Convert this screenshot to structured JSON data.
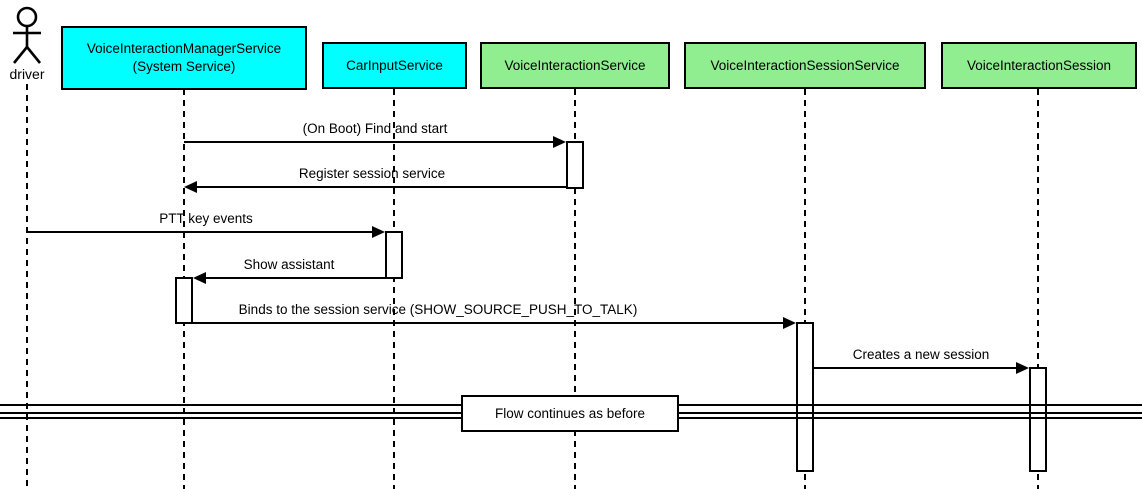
{
  "colors": {
    "canvas_bg": "#ffffff",
    "participant_cyan": "#00ffff",
    "participant_green": "#90ee90",
    "line": "#000000",
    "activation_fill": "#ffffff"
  },
  "actor": {
    "label": "driver"
  },
  "participants": [
    {
      "label": "VoiceInteractionManagerService\n(System Service)",
      "fill": "cyan"
    },
    {
      "label": "CarInputService",
      "fill": "cyan"
    },
    {
      "label": "VoiceInteractionService",
      "fill": "green"
    },
    {
      "label": "VoiceInteractionSessionService",
      "fill": "green"
    },
    {
      "label": "VoiceInteractionSession",
      "fill": "green"
    }
  ],
  "messages": [
    {
      "label": "(On Boot) Find and start",
      "from": "VoiceInteractionManagerService (System Service)",
      "to": "VoiceInteractionService",
      "direction": "right"
    },
    {
      "label": "Register session service",
      "from": "VoiceInteractionService",
      "to": "VoiceInteractionManagerService (System Service)",
      "direction": "left"
    },
    {
      "label": "PTT key events",
      "from": "driver",
      "to": "CarInputService",
      "direction": "right"
    },
    {
      "label": "Show assistant",
      "from": "CarInputService",
      "to": "VoiceInteractionManagerService (System Service)",
      "direction": "left"
    },
    {
      "label": "Binds to the session service (SHOW_SOURCE_PUSH_TO_TALK)",
      "from": "VoiceInteractionManagerService (System Service)",
      "to": "VoiceInteractionSessionService",
      "direction": "right"
    },
    {
      "label": "Creates a new session",
      "from": "VoiceInteractionSessionService",
      "to": "VoiceInteractionSession",
      "direction": "right"
    }
  ],
  "divider": {
    "label": "Flow continues as before"
  }
}
